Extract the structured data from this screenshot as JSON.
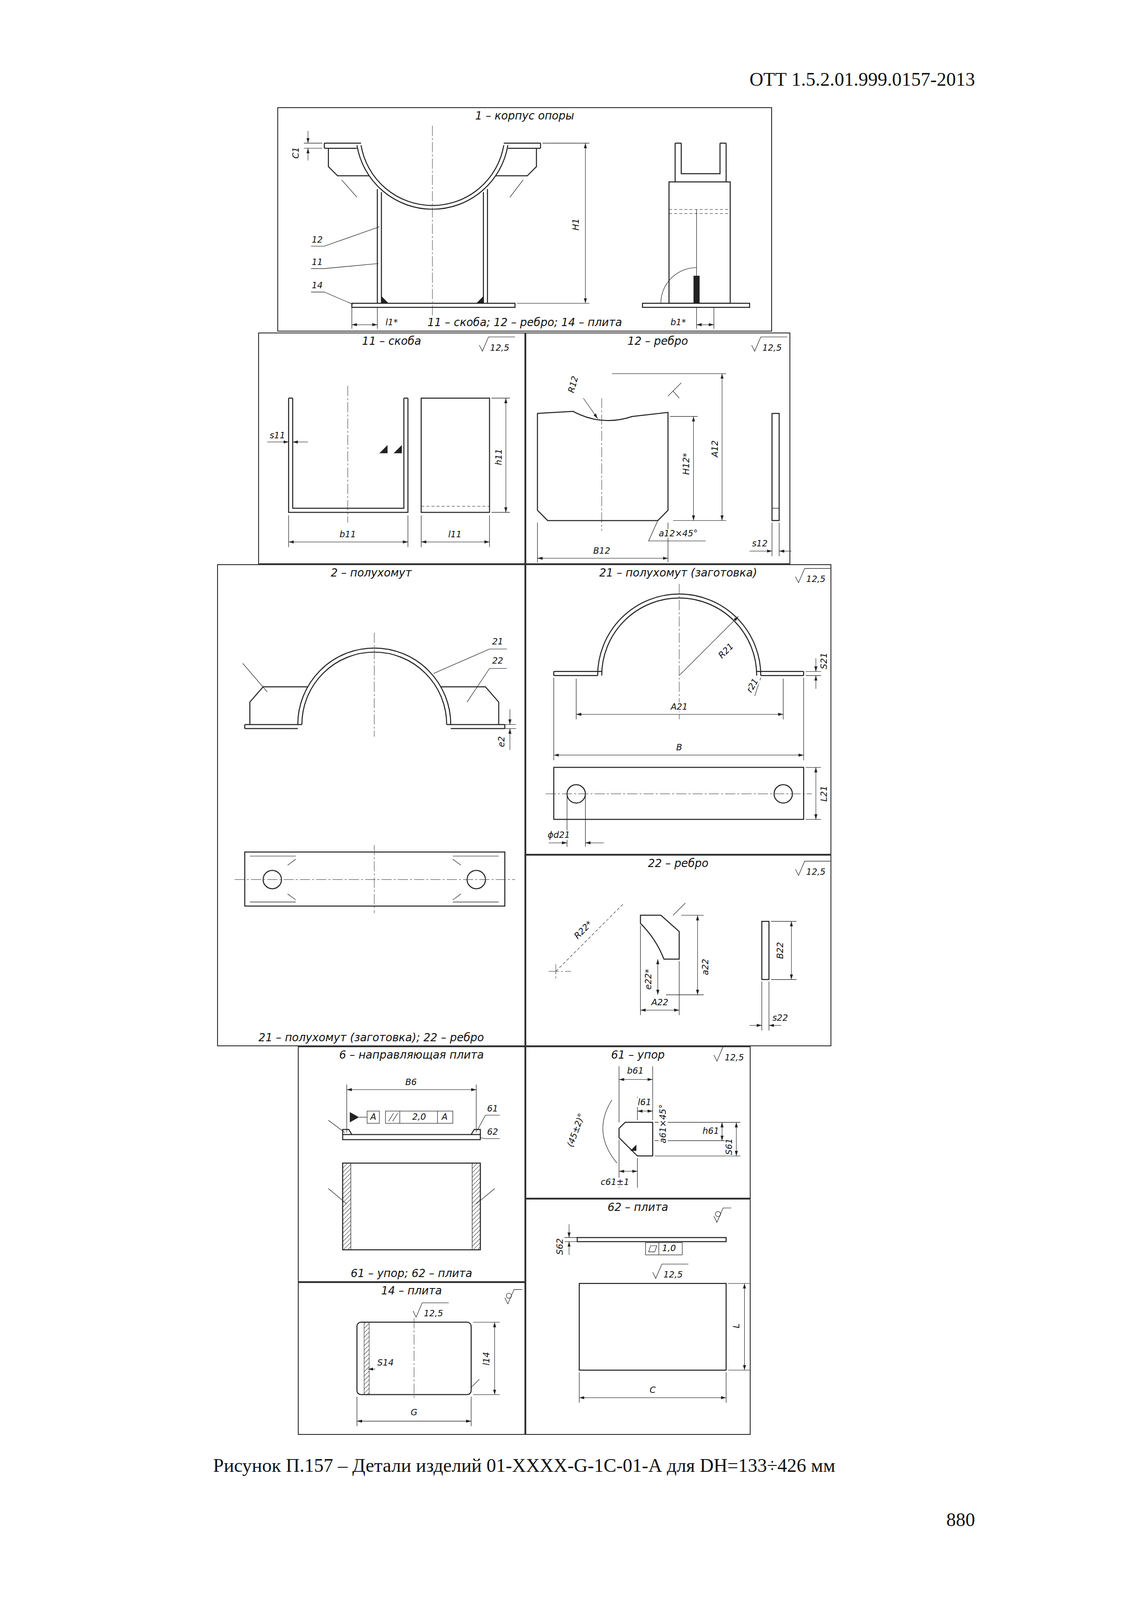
{
  "diagram": {
    "caption": "Рисунок П.157 – Детали изделий 01-XXXX-G-1C-01-А для DН=133÷426 мм",
    "nodes": [
      {
        "text": [
          "1 – корпус опоры",
          "11 – скоба; 12 – ребро; 14 – плита"
        ]
      },
      {
        "text": [
          "11 – скоба"
        ]
      },
      {
        "text": [
          "12 – ребро"
        ]
      },
      {
        "text": [
          "2 – полухомут",
          "21 – полухомут (заготовка); 22 – ребро"
        ]
      },
      {
        "text": [
          "21 – полухомут (заготовка)"
        ]
      },
      {
        "text": [
          "22 – ребро"
        ]
      },
      {
        "text": [
          "6 – направляющая плита",
          "61 – упор; 62 – плита"
        ]
      },
      {
        "text": [
          "61 – упор"
        ]
      },
      {
        "text": [
          "62 – плита"
        ]
      },
      {
        "text": [
          "14 – плита"
        ]
      }
    ],
    "labels": [
      "ОТТ 1.5.2.01.999.0157-2013",
      "880",
      "C1",
      "H1",
      "12",
      "11",
      "14",
      "l1*",
      "b1*",
      "12,5",
      "s11",
      "h11",
      "b11",
      "l11",
      "12,5",
      "R12",
      "A12",
      "H12*",
      "a12×45°",
      "B12",
      "s12",
      "21",
      "22",
      "e2",
      "12,5",
      "R21",
      "S21",
      "r21",
      "A21",
      "B",
      "L21",
      "ϕd21",
      "12,5",
      "R22*",
      "B22",
      "a22",
      "e22*",
      "A22",
      "s22",
      "B6",
      "A",
      "2,0",
      "A",
      "61",
      "62",
      "12,5",
      "b61",
      "l61",
      "a61×45°",
      "h61",
      "S61",
      "(45±2)°",
      "c61±1",
      "S62",
      "1,0",
      "12,5",
      "L",
      "C",
      "12,5",
      "S14",
      "l14",
      "G"
    ]
  }
}
